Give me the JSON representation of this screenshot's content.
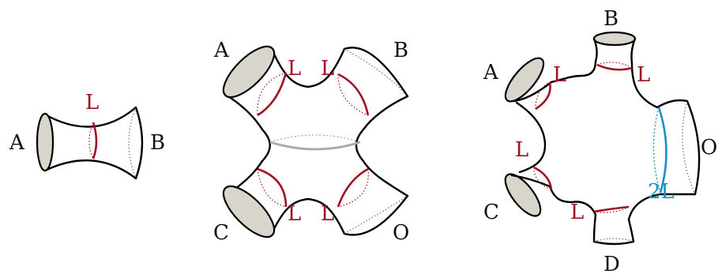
{
  "figures": [
    {
      "name": "cylinder",
      "labels": {
        "boundary_a": "A",
        "boundary_b": "B",
        "geodesic": "L"
      }
    },
    {
      "name": "four-holed-sphere",
      "labels": {
        "boundary_a": "A",
        "boundary_b": "B",
        "boundary_c": "C",
        "boundary_o": "O",
        "geodesic_top_left": "L",
        "geodesic_top_right": "L",
        "geodesic_bottom_left": "L",
        "geodesic_bottom_right": "L"
      }
    },
    {
      "name": "five-holed-sphere",
      "labels": {
        "boundary_a": "A",
        "boundary_b": "B",
        "boundary_c": "C",
        "boundary_o": "O",
        "boundary_d": "D",
        "geodesic_a": "L",
        "geodesic_b": "L",
        "geodesic_c": "L",
        "geodesic_d": "L",
        "geodesic_o": "2L"
      }
    }
  ],
  "colors": {
    "geodesic": "#a01020",
    "double_geodesic": "#1a8fc4",
    "separating_curve": "#aaaaaa",
    "boundary_cap": "#d8d6cc",
    "outline": "#000000"
  }
}
